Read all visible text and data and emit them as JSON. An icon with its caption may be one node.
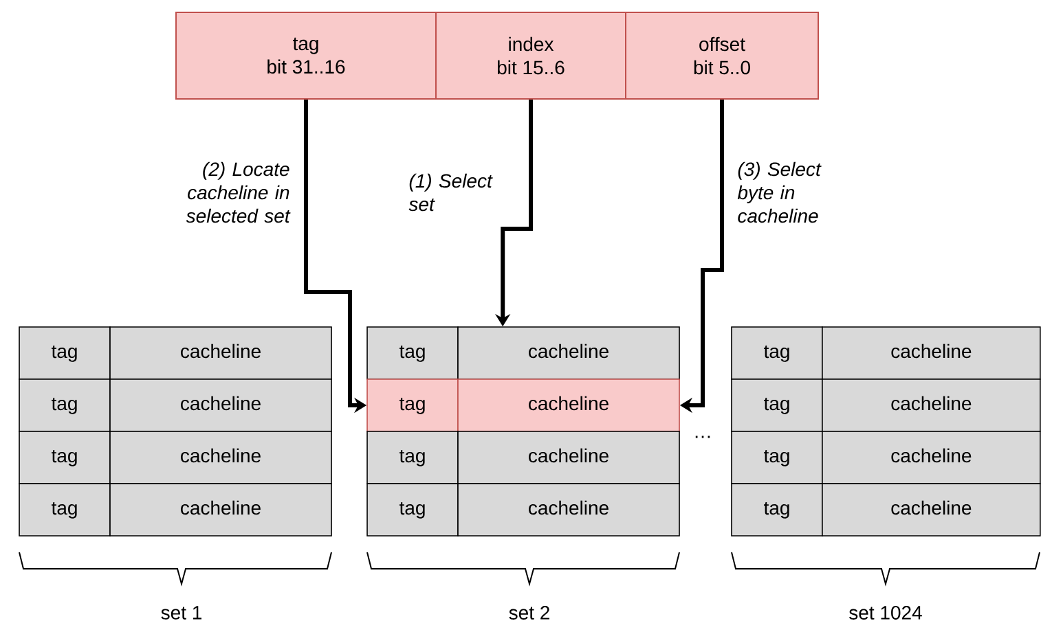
{
  "diagram": {
    "nodes": [
      {
        "text": [
          "tag",
          "bit 31..16"
        ]
      },
      {
        "text": [
          "index",
          "bit 15..6"
        ]
      },
      {
        "text": [
          "offset",
          "bit 5..0"
        ]
      },
      {
        "text": [
          "tag"
        ]
      },
      {
        "text": [
          "cacheline"
        ]
      },
      {
        "text": [
          "tag"
        ]
      },
      {
        "text": [
          "cacheline"
        ]
      },
      {
        "text": [
          "tag"
        ]
      },
      {
        "text": [
          "cacheline"
        ]
      },
      {
        "text": [
          "tag"
        ]
      },
      {
        "text": [
          "cacheline"
        ]
      },
      {
        "text": [
          "tag"
        ]
      },
      {
        "text": [
          "cacheline"
        ]
      },
      {
        "text": [
          "tag"
        ]
      },
      {
        "text": [
          "cacheline"
        ]
      },
      {
        "text": [
          "tag"
        ]
      },
      {
        "text": [
          "cacheline"
        ]
      },
      {
        "text": [
          "tag"
        ]
      },
      {
        "text": [
          "cacheline"
        ]
      },
      {
        "text": [
          "tag"
        ]
      },
      {
        "text": [
          "cacheline"
        ]
      },
      {
        "text": [
          "tag"
        ]
      },
      {
        "text": [
          "cacheline"
        ]
      },
      {
        "text": [
          "tag"
        ]
      },
      {
        "text": [
          "cacheline"
        ]
      },
      {
        "text": [
          "tag"
        ]
      },
      {
        "text": [
          "cacheline"
        ]
      }
    ],
    "edges": [
      {
        "from": 0,
        "to": 13,
        "arrow": "to",
        "label": "(2) Locate cacheline in selected set"
      },
      {
        "from": 1,
        "to": 12,
        "arrow": "to",
        "label": "(1) Select set"
      },
      {
        "from": 2,
        "to": 14,
        "arrow": "to",
        "label": "(3) Select byte in cacheline"
      }
    ],
    "labels": [
      "…",
      "set 1",
      "set 2",
      "set 1024"
    ]
  }
}
